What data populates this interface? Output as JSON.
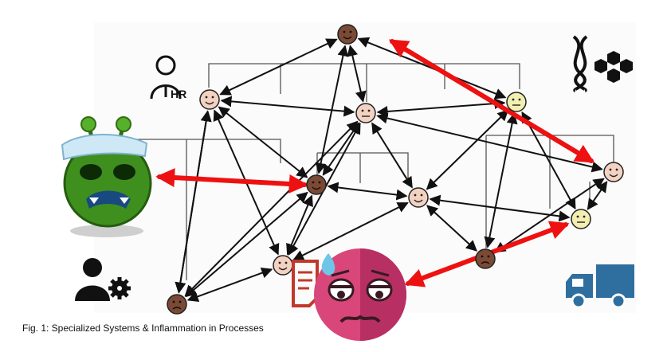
{
  "caption": "Fig. 1:  Specialized Systems & Inflammation in Processes",
  "icons": {
    "hr": {
      "name": "hr-person-icon",
      "text": "HR"
    },
    "dna": {
      "name": "dna-molecule-icon"
    },
    "sick_alien": {
      "name": "sick-alien-emoji-icon"
    },
    "user_gear": {
      "name": "user-settings-icon"
    },
    "truck": {
      "name": "delivery-truck-icon"
    },
    "document": {
      "name": "document-icon"
    },
    "exhausted_face": {
      "name": "exhausted-sweating-face-icon"
    }
  },
  "colors": {
    "highlight_arrow": "#ee1111",
    "face_peach": "#f4d2c2",
    "face_yellow": "#f2efb0",
    "face_brown": "#7a4a35",
    "alien_green": "#3f8f1f",
    "face_pink": "#d9467a",
    "truck_blue": "#2f6f9f"
  },
  "nodes": [
    {
      "id": "n1",
      "tone": "brown",
      "expression": "smile"
    },
    {
      "id": "n2",
      "tone": "peach",
      "expression": "smile"
    },
    {
      "id": "n3",
      "tone": "peach",
      "expression": "neutral"
    },
    {
      "id": "n4",
      "tone": "yellow",
      "expression": "neutral"
    },
    {
      "id": "n5",
      "tone": "brown",
      "expression": "smile"
    },
    {
      "id": "n6",
      "tone": "peach",
      "expression": "smile"
    },
    {
      "id": "n7",
      "tone": "peach",
      "expression": "smile"
    },
    {
      "id": "n8",
      "tone": "yellow",
      "expression": "neutral"
    },
    {
      "id": "n9",
      "tone": "peach",
      "expression": "smile"
    },
    {
      "id": "n10",
      "tone": "brown",
      "expression": "frown"
    },
    {
      "id": "n11",
      "tone": "brown",
      "expression": "frown"
    }
  ]
}
